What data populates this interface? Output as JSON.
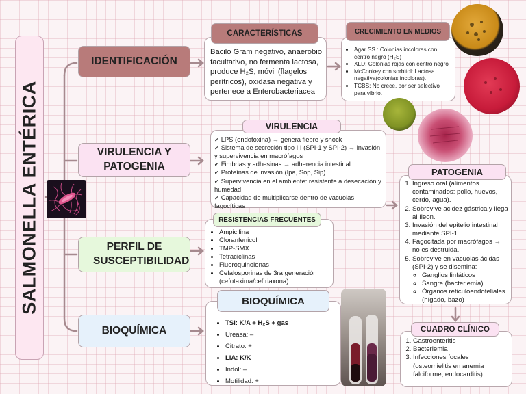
{
  "title": "SALMONELLA ENTÉRICA",
  "categories": {
    "identificacion": "IDENTIFICACIÓN",
    "virulencia": "VIRULENCIA Y PATOGENIA",
    "perfil": "PERFIL DE SUSCEPTIBILIDAD",
    "bioquimica": "BIOQUÍMICA"
  },
  "caracteristicas": {
    "header": "CARACTERÍSTICAS",
    "text": "Bacilo Gram negativo, anaerobio facultativo, no fermenta lactosa, produce H₂S, móvil (flagelos perítricos), oxidasa negativa y pertenece a Enterobacteriacea"
  },
  "crecimiento": {
    "header": "CRECIMIENTO EN MEDIOS",
    "items": [
      "Agar SS : Colonias incoloras con centro negro (H₂S)",
      "XLD: Colonias rojas con centro negro",
      "McConkey con sorbitol:  Lactosa negativa(colonias incoloras).",
      "TCBS: No crece, por ser selectivo para vibrio."
    ]
  },
  "virulencia": {
    "header": "VIRULENCIA",
    "items": [
      "LPS (endotoxina) → genera fiebre y shock",
      "Sistema de secreción tipo III (SPI-1 y SPI-2) → invasión y supervivencia en macrófagos",
      "Fimbrias y adhesinas → adherencia intestinal",
      "Proteínas de invasión (Ipa, Sop, Sip)",
      "Supervivencia en el ambiente: resistente a desecación y humedad",
      "Capacidad de multiplicarse dentro de vacuolas fagocíticas"
    ]
  },
  "patogenia": {
    "header": "PATOGENIA",
    "items": [
      "Ingreso oral (alimentos contaminados: pollo, huevos, cerdo, agua).",
      "Sobrevive acidez gástrica y llega al íleon.",
      "Invasión del epitelio intestinal mediante SPI-1.",
      "Fagocitada por macrófagos → no es destruida.",
      "Sobrevive en vacuolas ácidas (SPI-2) y se disemina:"
    ],
    "subitems": [
      "Ganglios linfáticos",
      "Sangre (bacteriemia)",
      "Órganos reticuloendoteliales (hígado, bazo)"
    ]
  },
  "resistencias": {
    "header": "RESISTENCIAS FRECUENTES",
    "items": [
      "Ampicilina",
      "Cloranfenicol",
      "TMP-SMX",
      "Tetraciclinas",
      "Fluoroquinolonas",
      "Cefalosporinas de 3ra generación (cefotaxima/ceftriaxona)."
    ]
  },
  "bioquimica": {
    "header": "BIOQUÍMICA",
    "tsi_label": "TSI: K/A + H₂S + gas",
    "items": [
      "Ureasa: –",
      "Citrato: +"
    ],
    "lia_label": "LIA: K/K",
    "items2": [
      "Indol: –",
      "Motilidad: +"
    ]
  },
  "cuadro": {
    "header": "CUADRO CLÍNICO",
    "items": [
      "Gastroenteritis",
      "Bacteriemia",
      "Infecciones focales (osteomielitis en anemia falciforme, endocarditis)"
    ]
  },
  "colors": {
    "identificacion": "#b87b7a",
    "virulencia": "#fbe2f2",
    "perfil": "#e6f8dc",
    "bioquimica": "#e6f1fb",
    "caracteristicas": "#b87b7a",
    "crecimiento": "#b87b7a",
    "virulencia_hdr": "#fbe2f2",
    "patogenia_hdr": "#fbe2f2",
    "resistencias_hdr": "#e6f8dc",
    "bioquimica_hdr": "#e6f1fb",
    "cuadro_hdr": "#fbe2f2",
    "connector": "#a68a8f"
  },
  "images": {
    "bacteria": "bacteria-icon",
    "plate_yellow": "agar-plate-yellow-icon",
    "plate_red": "agar-plate-red-icon",
    "plate_green": "agar-plate-green-icon",
    "plate_pink": "agar-plate-pink-icon",
    "tubes": "test-tubes-icon"
  }
}
